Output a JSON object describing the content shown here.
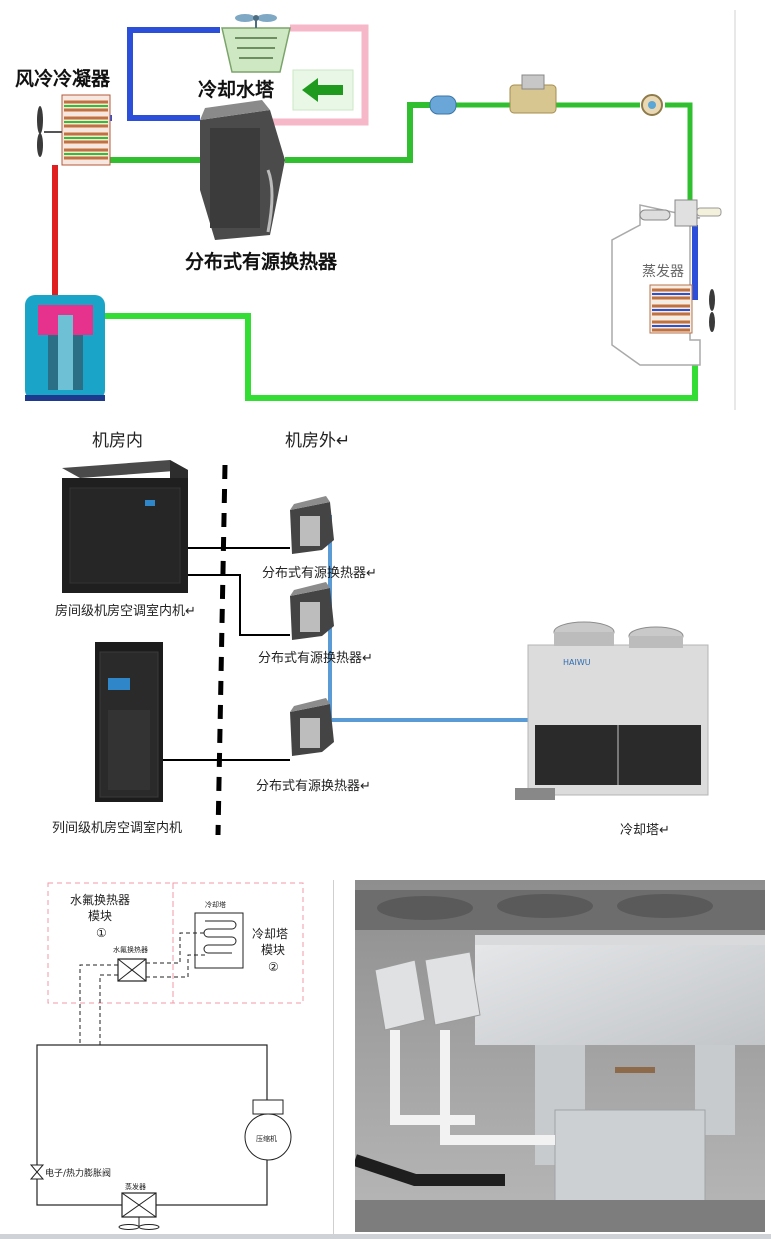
{
  "panel1": {
    "air_condenser_label": "风冷冷凝器",
    "cooling_tower_label": "冷却水塔",
    "exchanger_label": "分布式有源换热器",
    "evaporator_label": "蒸发器"
  },
  "panel2": {
    "inside_label": "机房内",
    "outside_label": "机房外↵",
    "room_unit_label": "房间级机房空调室内机↵",
    "row_unit_label": "列间级机房空调室内机",
    "exchanger_label_1": "分布式有源换热器↵",
    "exchanger_label_2": "分布式有源换热器↵",
    "exchanger_label_3": "分布式有源换热器↵",
    "tower_label": "冷却塔↵",
    "tower_brand": "HAIWU"
  },
  "panel3": {
    "hx_module_line1": "水氟换热器",
    "hx_module_line2": "模块",
    "hx_module_num": "①",
    "tower_small_label": "冷却塔",
    "tower_module_line1": "冷却塔",
    "tower_module_line2": "模块",
    "tower_module_num": "②",
    "hx_small_label": "水氟换热器",
    "compressor_label": "压缩机",
    "valve_label": "电子/热力膨胀阀",
    "evaporator_label": "蒸发器"
  },
  "colors": {
    "pipe_green": "#2fbf2f",
    "pipe_red": "#e02020",
    "pipe_blue": "#2b4fd8",
    "pipe_pink": "#f6b7c8",
    "water_line": "#5b9bd5",
    "arrow_green": "#1f9a1f"
  }
}
